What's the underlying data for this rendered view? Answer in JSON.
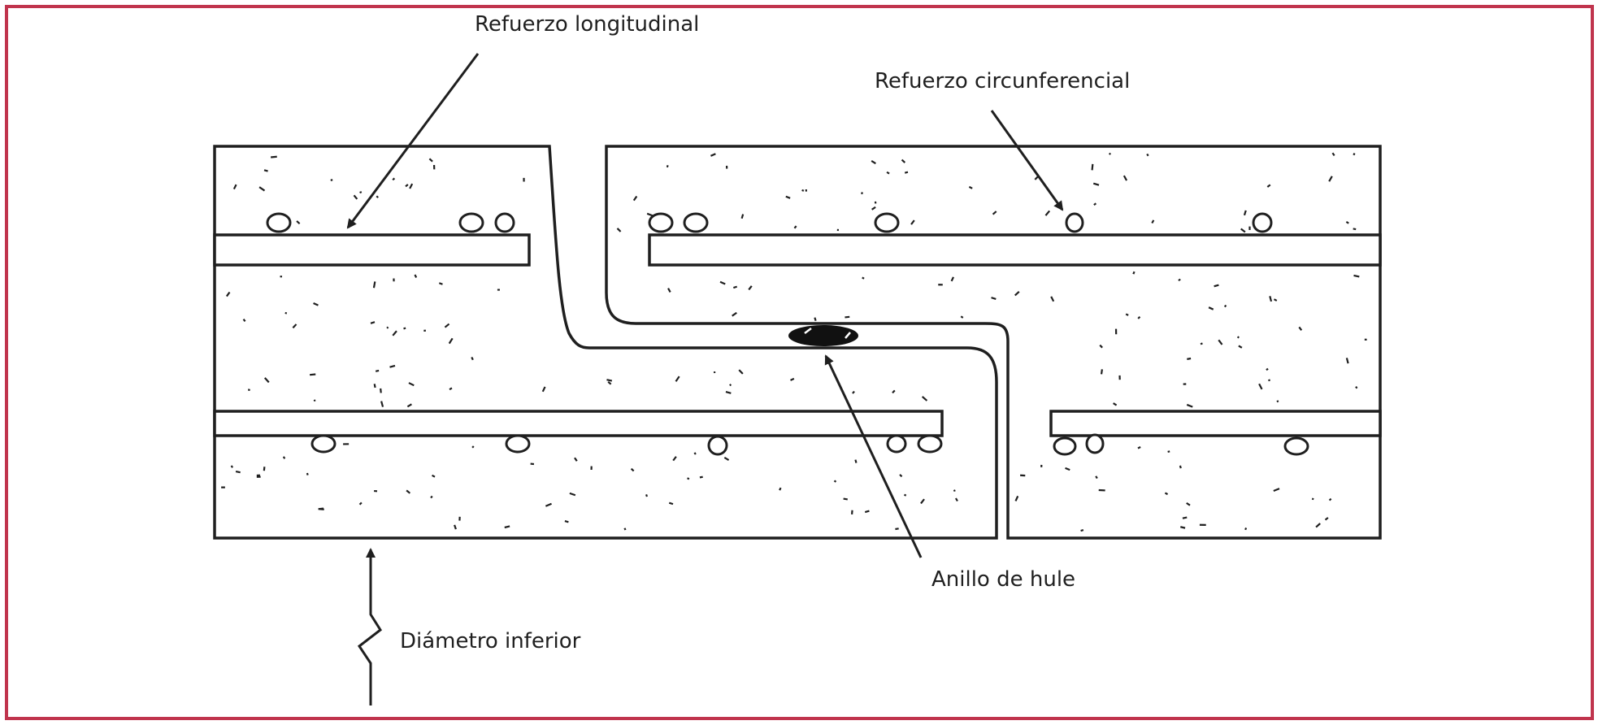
{
  "diagram": {
    "labels": {
      "longitudinal": "Refuerzo longitudinal",
      "circumferential": "Refuerzo circunferencial",
      "rubber_ring": "Anillo de hule",
      "lower_diameter": "Diámetro inferior"
    }
  },
  "colors": {
    "frame": "#c0344d",
    "ink": "#1f1f1f",
    "background": "#ffffff"
  }
}
